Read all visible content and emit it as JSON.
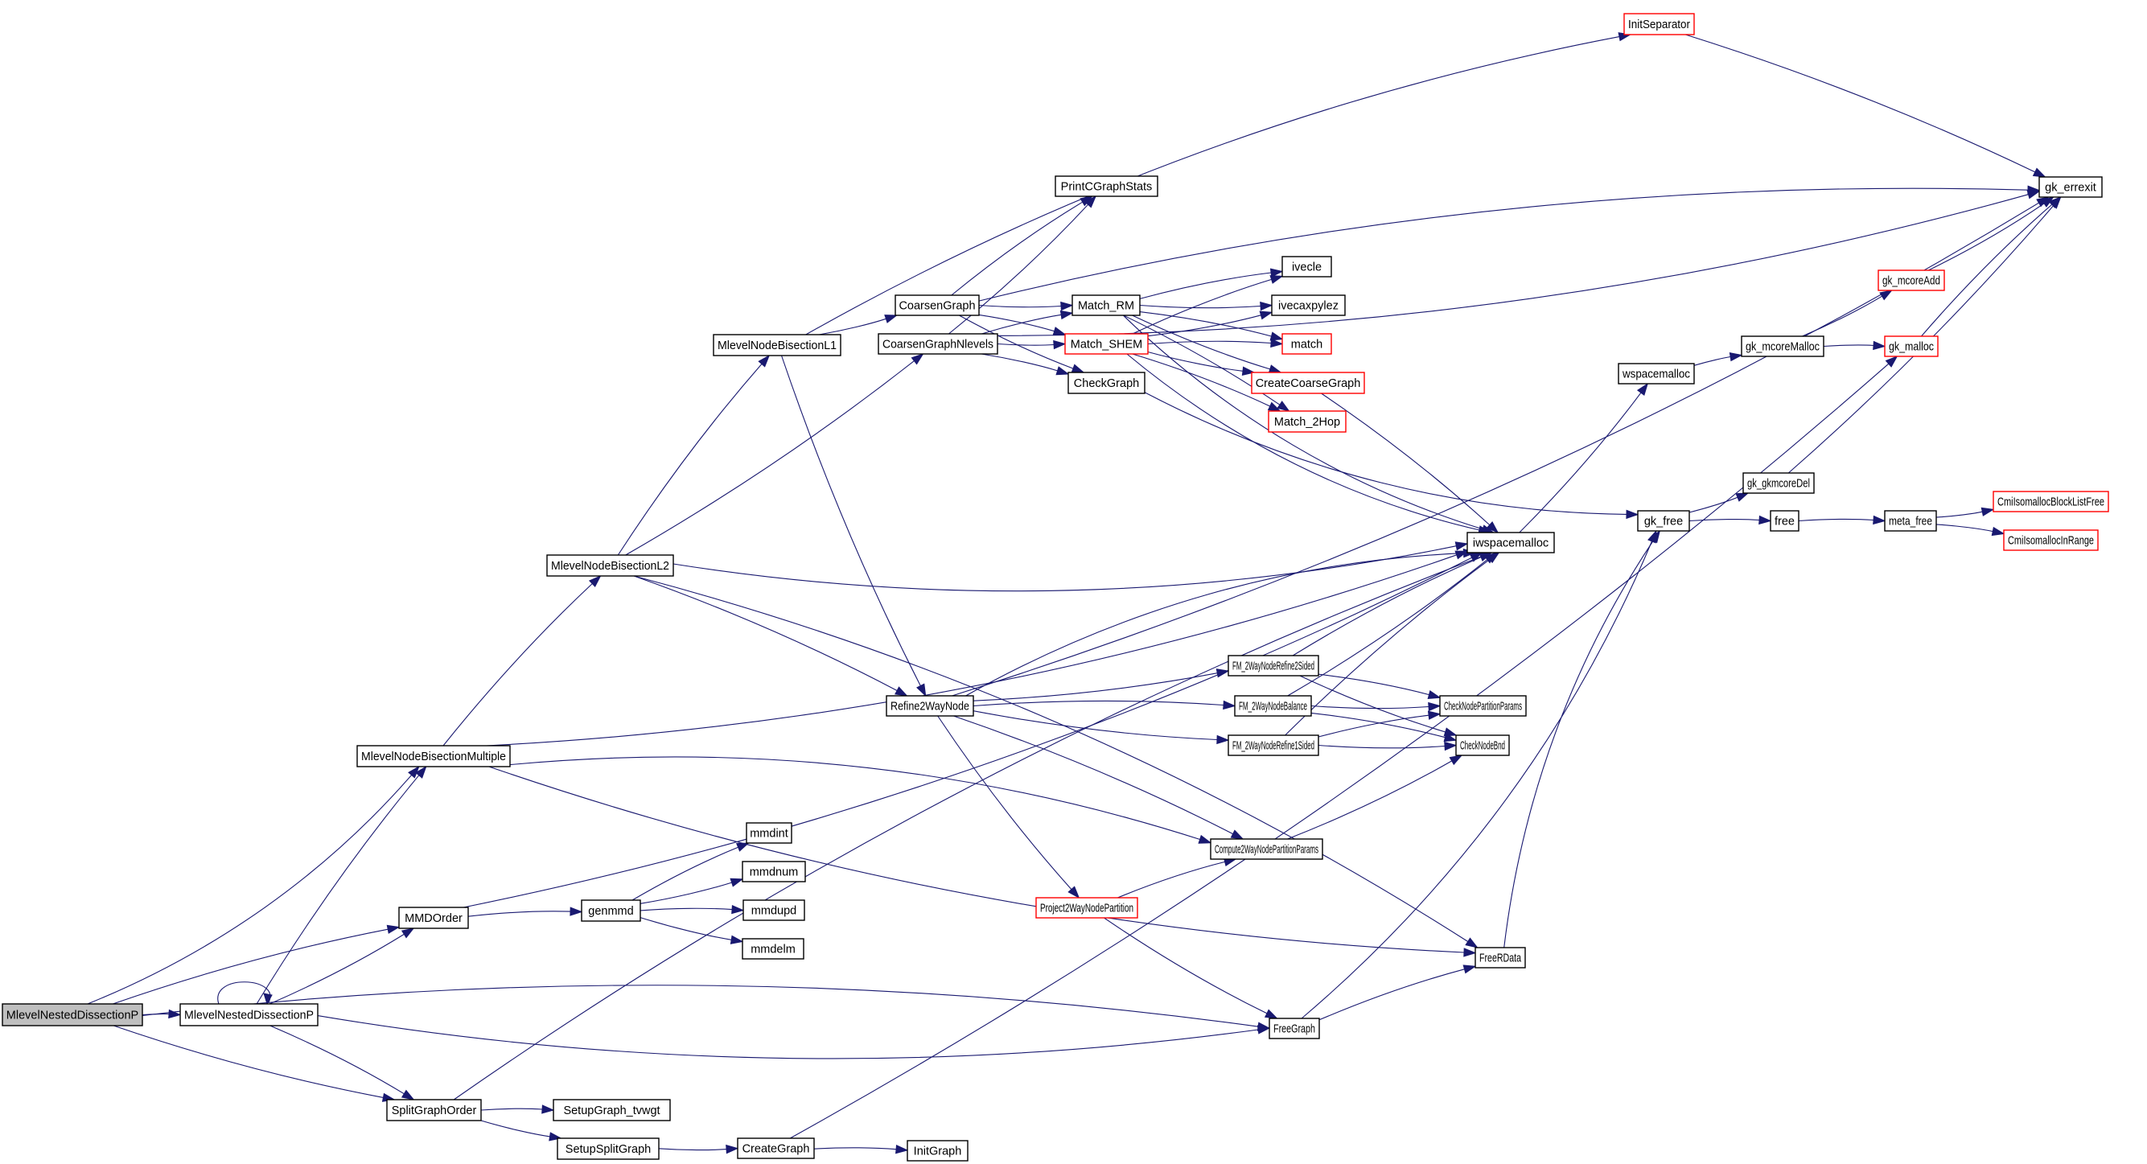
{
  "title": "MlevelNestedDissectionP call graph",
  "colors": {
    "edge": "#191970",
    "node_border_normal": "#000000",
    "node_border_truncated": "#ff0000",
    "root_fill": "#bfbfbf",
    "node_fill": "#ffffff"
  },
  "nodes": [
    {
      "id": "root",
      "label": "MlevelNestedDissectionP",
      "kind": "root"
    },
    {
      "id": "mndp",
      "label": "MlevelNestedDissectionP",
      "kind": "normal"
    },
    {
      "id": "mnbm",
      "label": "MlevelNodeBisectionMultiple",
      "kind": "normal"
    },
    {
      "id": "mmdorder",
      "label": "MMDOrder",
      "kind": "normal"
    },
    {
      "id": "sgo",
      "label": "SplitGraphOrder",
      "kind": "normal"
    },
    {
      "id": "l2",
      "label": "MlevelNodeBisectionL2",
      "kind": "normal"
    },
    {
      "id": "l1",
      "label": "MlevelNodeBisectionL1",
      "kind": "normal"
    },
    {
      "id": "genmmd",
      "label": "genmmd",
      "kind": "normal"
    },
    {
      "id": "mmdint",
      "label": "mmdint",
      "kind": "normal"
    },
    {
      "id": "mmdnum",
      "label": "mmdnum",
      "kind": "normal"
    },
    {
      "id": "mmdupd",
      "label": "mmdupd",
      "kind": "normal"
    },
    {
      "id": "mmdelm",
      "label": "mmdelm",
      "kind": "normal"
    },
    {
      "id": "sgtvwgt",
      "label": "SetupGraph_tvwgt",
      "kind": "normal"
    },
    {
      "id": "ssg",
      "label": "SetupSplitGraph",
      "kind": "normal"
    },
    {
      "id": "creategraph",
      "label": "CreateGraph",
      "kind": "normal"
    },
    {
      "id": "initgraph",
      "label": "InitGraph",
      "kind": "normal"
    },
    {
      "id": "coarsen",
      "label": "CoarsenGraph",
      "kind": "normal"
    },
    {
      "id": "coarsennl",
      "label": "CoarsenGraphNlevels",
      "kind": "normal"
    },
    {
      "id": "refine",
      "label": "Refine2WayNode",
      "kind": "normal"
    },
    {
      "id": "printcg",
      "label": "PrintCGraphStats",
      "kind": "normal"
    },
    {
      "id": "matchrm",
      "label": "Match_RM",
      "kind": "normal"
    },
    {
      "id": "matchshem",
      "label": "Match_SHEM",
      "kind": "truncated"
    },
    {
      "id": "checkgraph",
      "label": "CheckGraph",
      "kind": "normal"
    },
    {
      "id": "ivecle",
      "label": "ivecle",
      "kind": "normal"
    },
    {
      "id": "ivecaxpylez",
      "label": "ivecaxpylez",
      "kind": "normal"
    },
    {
      "id": "match",
      "label": "match",
      "kind": "truncated"
    },
    {
      "id": "ccg",
      "label": "CreateCoarseGraph",
      "kind": "truncated"
    },
    {
      "id": "match2hop",
      "label": "Match_2Hop",
      "kind": "truncated"
    },
    {
      "id": "initsep",
      "label": "InitSeparator",
      "kind": "truncated"
    },
    {
      "id": "gkerrexit",
      "label": "gk_errexit",
      "kind": "normal"
    },
    {
      "id": "iwspace",
      "label": "iwspacemalloc",
      "kind": "normal"
    },
    {
      "id": "wspace",
      "label": "wspacemalloc",
      "kind": "normal"
    },
    {
      "id": "mcoremalloc",
      "label": "gk_mcoreMalloc",
      "kind": "normal"
    },
    {
      "id": "mcoreadd",
      "label": "gk_mcoreAdd",
      "kind": "truncated"
    },
    {
      "id": "gkmalloc",
      "label": "gk_malloc",
      "kind": "truncated"
    },
    {
      "id": "gkfree",
      "label": "gk_free",
      "kind": "normal"
    },
    {
      "id": "gkmcoredel",
      "label": "gk_gkmcoreDel",
      "kind": "normal"
    },
    {
      "id": "free",
      "label": "free",
      "kind": "normal"
    },
    {
      "id": "metafree",
      "label": "meta_free",
      "kind": "normal"
    },
    {
      "id": "cmiblf",
      "label": "CmiIsomallocBlockListFree",
      "kind": "truncated"
    },
    {
      "id": "cmiinrange",
      "label": "CmiIsomallocInRange",
      "kind": "truncated"
    },
    {
      "id": "fm2sided",
      "label": "FM_2WayNodeRefine2Sided",
      "kind": "normal"
    },
    {
      "id": "fmbalance",
      "label": "FM_2WayNodeBalance",
      "kind": "normal"
    },
    {
      "id": "fm1sided",
      "label": "FM_2WayNodeRefine1Sided",
      "kind": "normal"
    },
    {
      "id": "cnpp",
      "label": "CheckNodePartitionParams",
      "kind": "normal"
    },
    {
      "id": "cnbnd",
      "label": "CheckNodeBnd",
      "kind": "normal"
    },
    {
      "id": "c2wnpp",
      "label": "Compute2WayNodePartitionParams",
      "kind": "normal"
    },
    {
      "id": "p2wnp",
      "label": "Project2WayNodePartition",
      "kind": "truncated"
    },
    {
      "id": "freerdata",
      "label": "FreeRData",
      "kind": "normal"
    },
    {
      "id": "freegraph",
      "label": "FreeGraph",
      "kind": "normal"
    }
  ],
  "edges": [
    [
      "root",
      "mndp"
    ],
    [
      "root",
      "mnbm"
    ],
    [
      "root",
      "mmdorder"
    ],
    [
      "root",
      "sgo"
    ],
    [
      "root",
      "freegraph"
    ],
    [
      "mndp",
      "mndp"
    ],
    [
      "mndp",
      "mnbm"
    ],
    [
      "mndp",
      "mmdorder"
    ],
    [
      "mndp",
      "sgo"
    ],
    [
      "mndp",
      "freegraph"
    ],
    [
      "mnbm",
      "l2"
    ],
    [
      "mnbm",
      "iwspace"
    ],
    [
      "mnbm",
      "c2wnpp"
    ],
    [
      "mnbm",
      "freerdata"
    ],
    [
      "mmdorder",
      "genmmd"
    ],
    [
      "mmdorder",
      "iwspace"
    ],
    [
      "genmmd",
      "mmdint"
    ],
    [
      "genmmd",
      "mmdnum"
    ],
    [
      "genmmd",
      "mmdupd"
    ],
    [
      "genmmd",
      "mmdelm"
    ],
    [
      "sgo",
      "sgtvwgt"
    ],
    [
      "sgo",
      "ssg"
    ],
    [
      "sgo",
      "iwspace"
    ],
    [
      "ssg",
      "creategraph"
    ],
    [
      "creategraph",
      "initgraph"
    ],
    [
      "creategraph",
      "gkmalloc"
    ],
    [
      "l2",
      "l1"
    ],
    [
      "l2",
      "coarsennl"
    ],
    [
      "l2",
      "refine"
    ],
    [
      "l2",
      "iwspace"
    ],
    [
      "l2",
      "freerdata"
    ],
    [
      "l1",
      "coarsen"
    ],
    [
      "l1",
      "initsep"
    ],
    [
      "l1",
      "refine"
    ],
    [
      "coarsen",
      "printcg"
    ],
    [
      "coarsen",
      "matchrm"
    ],
    [
      "coarsen",
      "matchshem"
    ],
    [
      "coarsen",
      "checkgraph"
    ],
    [
      "coarsen",
      "gkerrexit"
    ],
    [
      "coarsennl",
      "printcg"
    ],
    [
      "coarsennl",
      "matchrm"
    ],
    [
      "coarsennl",
      "matchshem"
    ],
    [
      "coarsennl",
      "checkgraph"
    ],
    [
      "coarsennl",
      "gkerrexit"
    ],
    [
      "matchrm",
      "ivecle"
    ],
    [
      "matchrm",
      "ivecaxpylez"
    ],
    [
      "matchrm",
      "match"
    ],
    [
      "matchrm",
      "ccg"
    ],
    [
      "matchrm",
      "match2hop"
    ],
    [
      "matchrm",
      "iwspace"
    ],
    [
      "matchshem",
      "ivecle"
    ],
    [
      "matchshem",
      "ivecaxpylez"
    ],
    [
      "matchshem",
      "match"
    ],
    [
      "matchshem",
      "ccg"
    ],
    [
      "matchshem",
      "match2hop"
    ],
    [
      "matchshem",
      "iwspace"
    ],
    [
      "ccg",
      "iwspace"
    ],
    [
      "checkgraph",
      "gkfree"
    ],
    [
      "initsep",
      "gkerrexit"
    ],
    [
      "refine",
      "fm2sided"
    ],
    [
      "refine",
      "fmbalance"
    ],
    [
      "refine",
      "fm1sided"
    ],
    [
      "refine",
      "c2wnpp"
    ],
    [
      "refine",
      "p2wnp"
    ],
    [
      "refine",
      "iwspace"
    ],
    [
      "refine",
      "gkerrexit"
    ],
    [
      "fm2sided",
      "cnpp"
    ],
    [
      "fm2sided",
      "cnbnd"
    ],
    [
      "fm2sided",
      "iwspace"
    ],
    [
      "fmbalance",
      "cnpp"
    ],
    [
      "fmbalance",
      "cnbnd"
    ],
    [
      "fmbalance",
      "iwspace"
    ],
    [
      "fm1sided",
      "cnpp"
    ],
    [
      "fm1sided",
      "cnbnd"
    ],
    [
      "fm1sided",
      "iwspace"
    ],
    [
      "c2wnpp",
      "cnbnd"
    ],
    [
      "p2wnp",
      "c2wnpp"
    ],
    [
      "p2wnp",
      "freegraph"
    ],
    [
      "freegraph",
      "freerdata"
    ],
    [
      "freegraph",
      "gkfree"
    ],
    [
      "freerdata",
      "gkfree"
    ],
    [
      "iwspace",
      "wspace"
    ],
    [
      "wspace",
      "mcoremalloc"
    ],
    [
      "mcoremalloc",
      "mcoreadd"
    ],
    [
      "mcoremalloc",
      "gkmalloc"
    ],
    [
      "mcoreadd",
      "gkerrexit"
    ],
    [
      "gkmalloc",
      "gkerrexit"
    ],
    [
      "gkfree",
      "gkmcoredel"
    ],
    [
      "gkfree",
      "free"
    ],
    [
      "gkmcoredel",
      "gkerrexit"
    ],
    [
      "free",
      "metafree"
    ],
    [
      "metafree",
      "cmiblf"
    ],
    [
      "metafree",
      "cmiinrange"
    ]
  ]
}
